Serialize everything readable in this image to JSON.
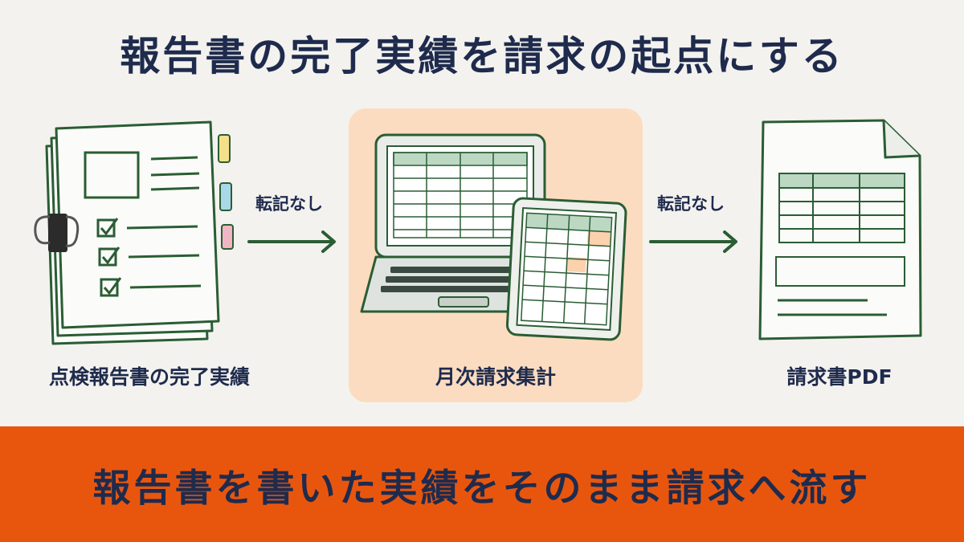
{
  "header": {
    "title": "報告書の完了実績を請求の起点にする"
  },
  "flow": {
    "steps": [
      {
        "caption": "点検報告書の完了実績",
        "icon": "checklist-report-icon"
      },
      {
        "caption": "月次請求集計",
        "icon": "laptop-spreadsheet-icon"
      },
      {
        "caption": "請求書PDF",
        "icon": "pdf-document-icon"
      }
    ],
    "connectors": [
      {
        "label": "転記なし"
      },
      {
        "label": "転記なし"
      }
    ]
  },
  "banner": {
    "text": "報告書を書いた実績をそのまま請求へ流す"
  },
  "colors": {
    "background": "#f3f2ee",
    "accent_orange": "#e8560e",
    "highlight_peach": "#fbdcc0",
    "line_green": "#2a5d34",
    "navy_text": "#1f2b4d"
  }
}
